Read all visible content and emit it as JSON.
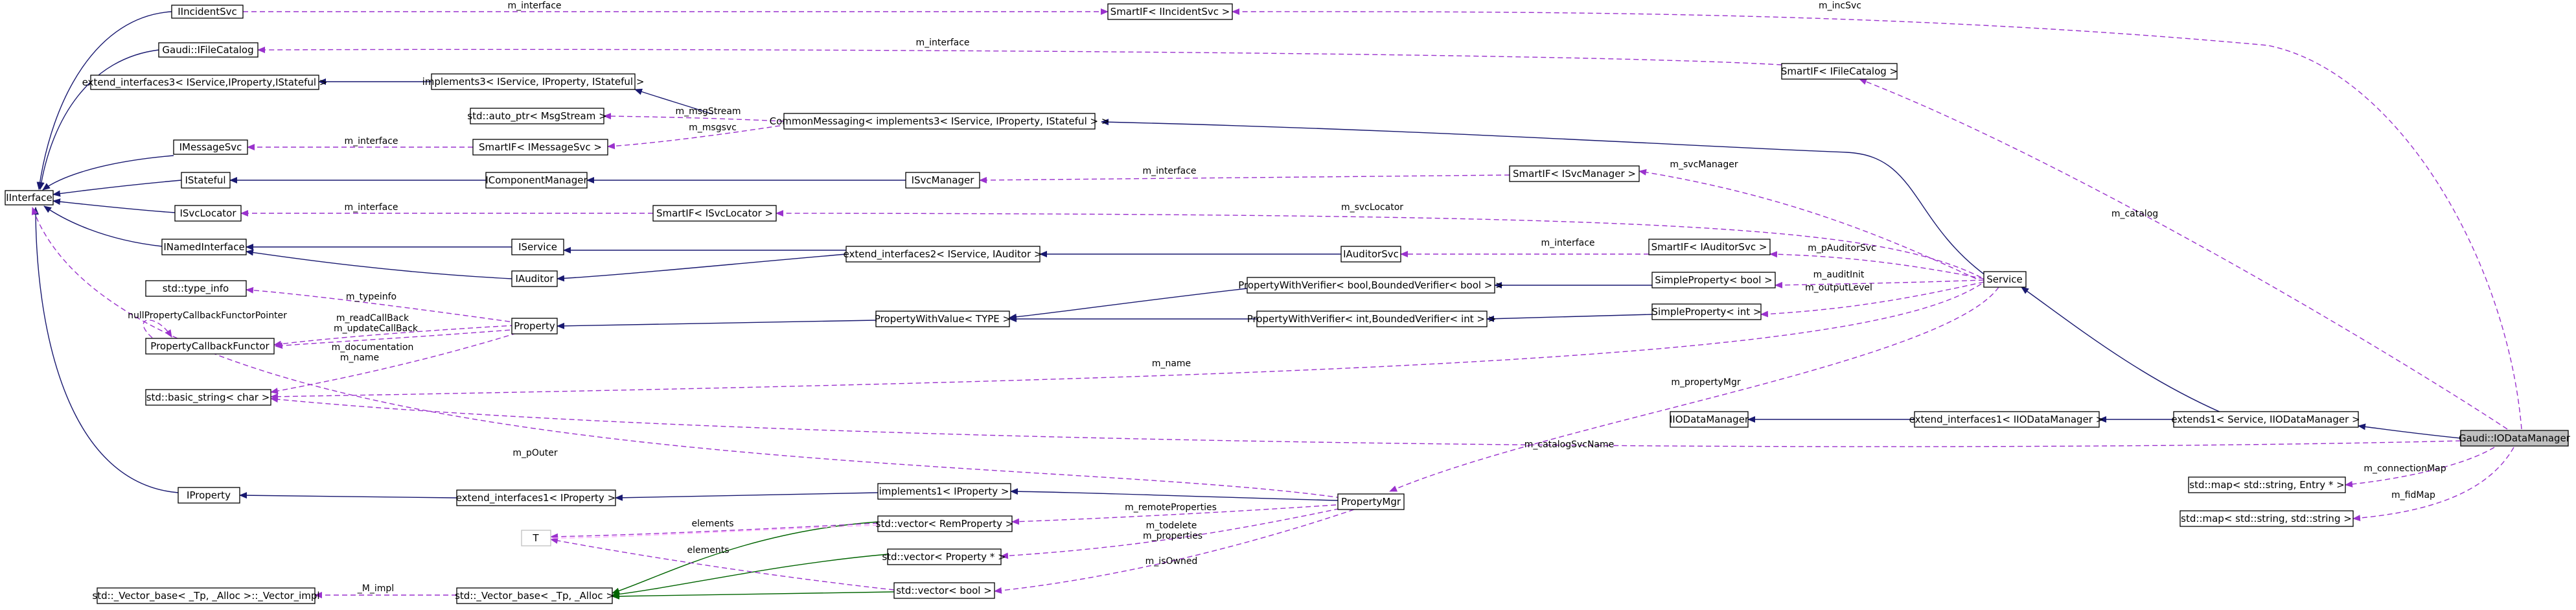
{
  "colors": {
    "inheritance": "#191970",
    "usage": "#9a32cd",
    "template": "#006400",
    "highlight_fill": "#bfbfbf"
  },
  "nodes": {
    "iincidentsvc": "IIncidentSvc",
    "ifilecatalog": "Gaudi::IFileCatalog",
    "extiface3": "extend_interfaces3< IService,IProperty,IStateful >",
    "impl3": "implements3< IService, IProperty, IStateful >",
    "autoptr": "std::auto_ptr< MsgStream >",
    "commsg": "CommonMessaging< implements3< IService, IProperty, IStateful > >",
    "imessagesvc": "IMessageSvc",
    "smartif_msg": "SmartIF< IMessageSvc >",
    "iinterface": "IInterface",
    "istateful": "IStateful",
    "icompmgr": "IComponentManager",
    "isvcmanager": "ISvcManager",
    "isvclocator": "ISvcLocator",
    "smartif_loc": "SmartIF< ISvcLocator >",
    "inamediface": "INamedInterface",
    "iservice": "IService",
    "extiface2": "extend_interfaces2< IService, IAuditor >",
    "iauditor": "IAuditor",
    "iauditorsvc": "IAuditorSvc",
    "typeinfo": "std::type_info",
    "propcbf": "PropertyCallbackFunctor",
    "property": "Property",
    "pwv_type": "PropertyWithValue< TYPE >",
    "pwver_bool": "PropertyWithVerifier< bool,BoundedVerifier< bool > >",
    "pwver_int": "PropertyWithVerifier< int,BoundedVerifier< int > >",
    "basicstring": "std::basic_string< char >",
    "iproperty": "IProperty",
    "extiface1_prop": "extend_interfaces1< IProperty >",
    "impl1_prop": "implements1< IProperty >",
    "t": "T",
    "vec_rem": "std::vector< RemProperty >",
    "vec_propptr": "std::vector< Property * >",
    "vec_bool": "std::vector< bool >",
    "vbase_impl": "std::_Vector_base< _Tp, _Alloc >::_Vector_impl",
    "vbase": "std::_Vector_base< _Tp, _Alloc >",
    "smartif_inc": "SmartIF< IIncidentSvc >",
    "smartif_cat": "SmartIF< IFileCatalog >",
    "smartif_svcmgr": "SmartIF< ISvcManager >",
    "smartif_aud": "SmartIF< IAuditorSvc >",
    "simple_bool": "SimpleProperty< bool >",
    "simple_int": "SimpleProperty< int >",
    "service": "Service",
    "iiodm": "IIODataManager",
    "extiface1_iodm": "extend_interfaces1< IIODataManager >",
    "extends1": "extends1< Service, IIODataManager >",
    "propmgr": "PropertyMgr",
    "target": "Gaudi::IODataManager",
    "map_entry": "std::map< std::string, Entry * >",
    "map_str": "std::map< std::string, std::string >"
  },
  "edge_labels": {
    "inc_interface": "m_interface",
    "incsvc": "m_incSvc",
    "cat_interface": "m_interface",
    "catalog": "m_catalog",
    "msgstream": "m_msgStream",
    "msgsvc": "m_msgsvc",
    "msg_interface": "m_interface",
    "svcmgr_interface": "m_interface",
    "svcmanager": "m_svcManager",
    "loc_interface": "m_interface",
    "svclocator": "m_svcLocator",
    "aud_interface": "m_interface",
    "pauditorsvc": "m_pAuditorSvc",
    "auditinit": "m_auditInit",
    "outputlevel": "m_outputLevel",
    "typeinfo": "m_typeinfo",
    "nullcb": "nullPropertyCallbackFunctorPointer",
    "readcb": "m_readCallBack",
    "updatecb": "m_updateCallBack",
    "documentation": "m_documentation",
    "pname": "m_name",
    "sname": "m_name",
    "catsvcname": "m_catalogSvcName",
    "propertymgr": "m_propertyMgr",
    "pouter": "m_pOuter",
    "remote": "m_remoteProperties",
    "elements1": "elements",
    "elements2": "elements",
    "todelete": "m_todelete",
    "properties": "m_properties",
    "isowned": "m_isOwned",
    "mimpl": "_M_impl",
    "connmap": "m_connectionMap",
    "fidmap": "m_fidMap"
  }
}
